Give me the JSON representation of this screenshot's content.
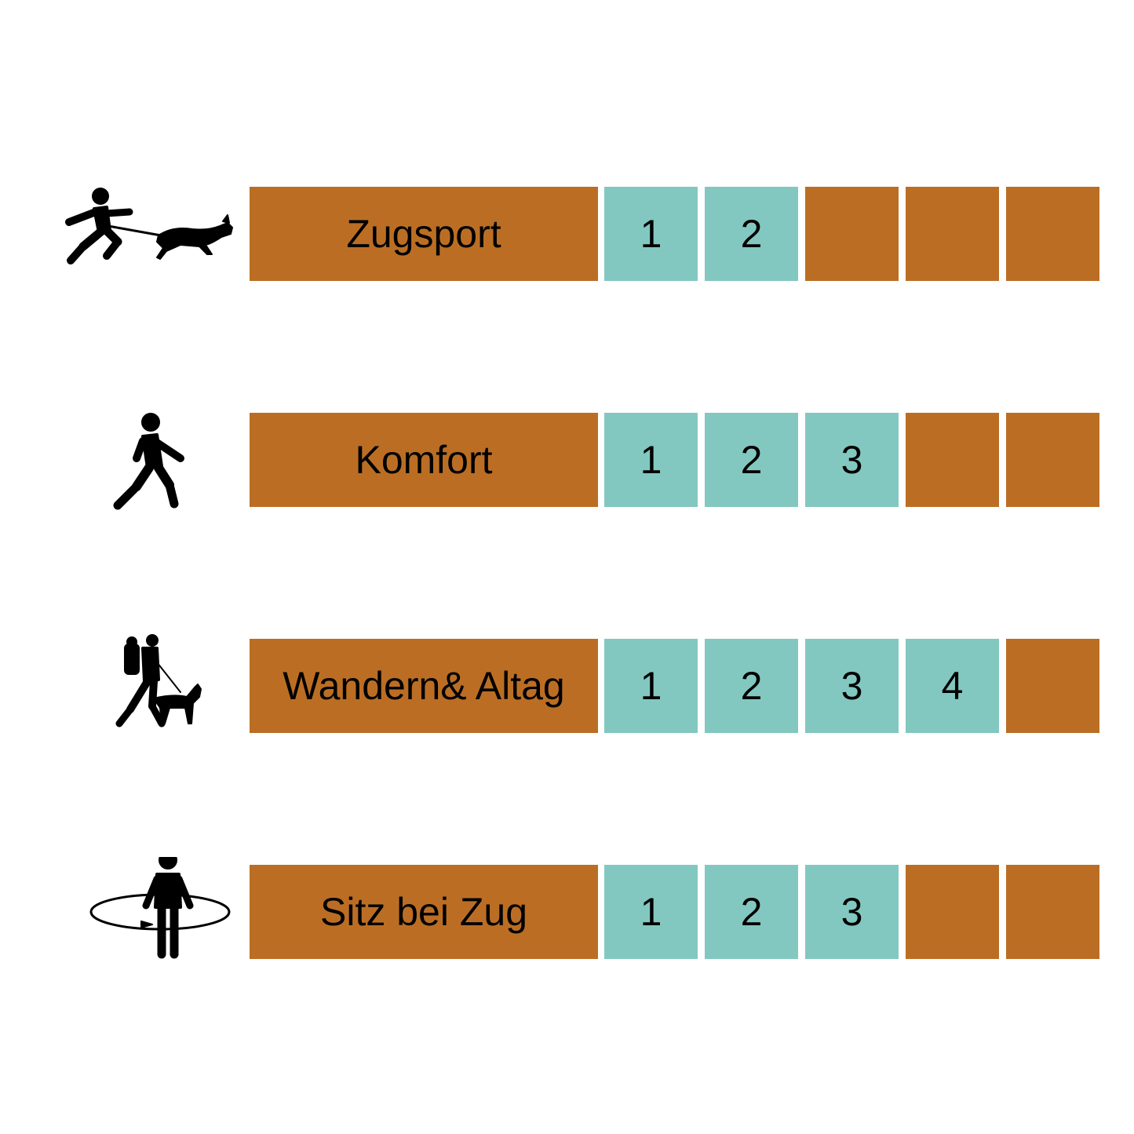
{
  "colors": {
    "level_filled": "#82C8C0",
    "level_empty": "#BB6E23",
    "label_background": "#BB6E23"
  },
  "rows": [
    {
      "icon": "canicross-runner-dog-icon",
      "label": "Zugsport",
      "level": 2,
      "max_level": 5,
      "cells": [
        "1",
        "2",
        "",
        "",
        ""
      ]
    },
    {
      "icon": "walking-person-icon",
      "label": "Komfort",
      "level": 3,
      "max_level": 5,
      "cells": [
        "1",
        "2",
        "3",
        "",
        ""
      ]
    },
    {
      "icon": "hiker-with-dog-icon",
      "label": "Wandern& Altag",
      "level": 4,
      "max_level": 5,
      "cells": [
        "1",
        "2",
        "3",
        "4",
        ""
      ]
    },
    {
      "icon": "person-rotate-icon",
      "label": "Sitz bei Zug",
      "level": 3,
      "max_level": 5,
      "cells": [
        "1",
        "2",
        "3",
        "",
        ""
      ]
    }
  ]
}
